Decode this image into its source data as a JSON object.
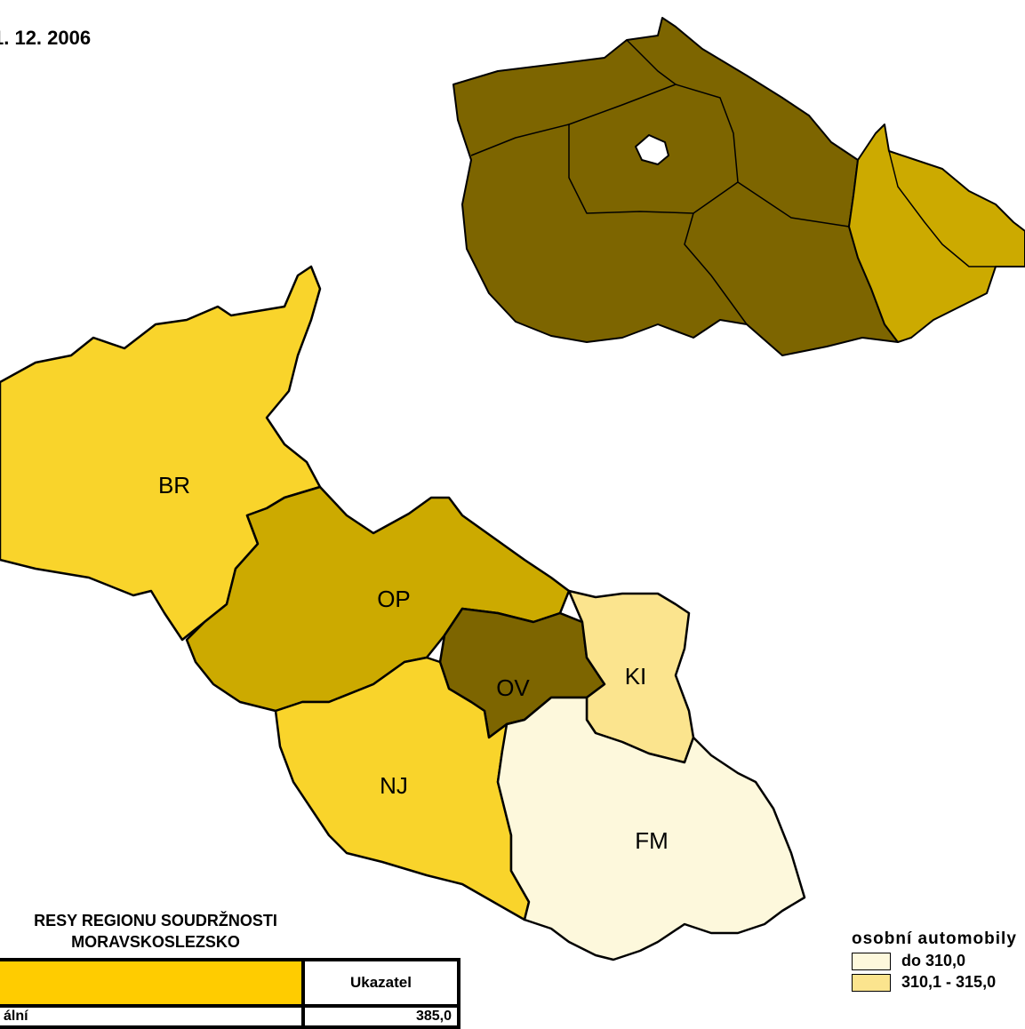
{
  "header": {
    "date": "1. 12. 2006"
  },
  "map": {
    "regions": [
      {
        "code": "BR",
        "color": "#f9d42b"
      },
      {
        "code": "OP",
        "color": "#ccaa00"
      },
      {
        "code": "OV",
        "color": "#7d6500"
      },
      {
        "code": "KI",
        "color": "#fbe48e"
      },
      {
        "code": "NJ",
        "color": "#f9d42b"
      },
      {
        "code": "FM",
        "color": "#fdf8dc"
      }
    ],
    "inset_colors": {
      "dark": "#7d6500",
      "medium": "#ccaa00"
    }
  },
  "table": {
    "title": "RESY REGIONU SOUDRŽNOSTI MORAVSKOSLEZSKO",
    "header": [
      "",
      "Ukazatel"
    ],
    "first_row": [
      "ální",
      "385,0"
    ]
  },
  "legend": {
    "title": "osobní automobily",
    "items": [
      {
        "label": "do 310,0",
        "color": "#fdf8dc"
      },
      {
        "label": "310,1 - 315,0",
        "color": "#fbe48e"
      }
    ]
  }
}
